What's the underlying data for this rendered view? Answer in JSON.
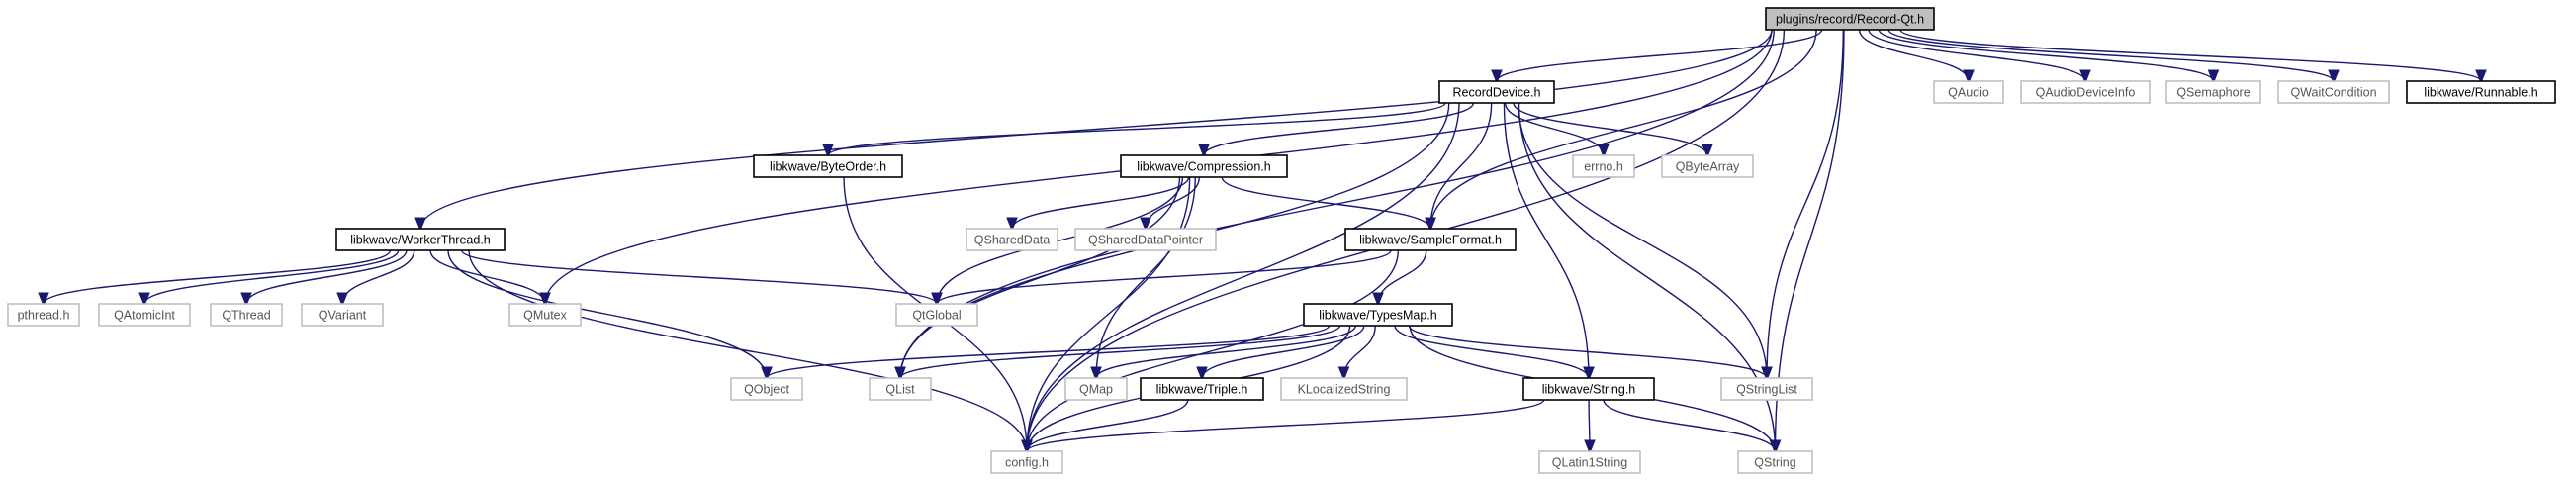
{
  "graph": {
    "colors": {
      "edge": "#191970",
      "dark_border": "#000000",
      "light_border": "#bfbfbf",
      "root_fill": "#bfbfbf"
    },
    "nodes": {
      "record_qt": {
        "label": "plugins/record/Record-Qt.h",
        "kind": "root"
      },
      "recorddevice": {
        "label": "RecordDevice.h",
        "kind": "dark"
      },
      "qaudio": {
        "label": "QAudio",
        "kind": "light"
      },
      "qaudiodeviceinfo": {
        "label": "QAudioDeviceInfo",
        "kind": "light"
      },
      "qsemaphore": {
        "label": "QSemaphore",
        "kind": "light"
      },
      "qwaitcondition": {
        "label": "QWaitCondition",
        "kind": "light"
      },
      "runnable": {
        "label": "libkwave/Runnable.h",
        "kind": "dark"
      },
      "byteorder": {
        "label": "libkwave/ByteOrder.h",
        "kind": "dark"
      },
      "compression": {
        "label": "libkwave/Compression.h",
        "kind": "dark"
      },
      "errno": {
        "label": "errno.h",
        "kind": "light"
      },
      "qbytearray": {
        "label": "QByteArray",
        "kind": "light"
      },
      "workerthread": {
        "label": "libkwave/WorkerThread.h",
        "kind": "dark"
      },
      "qshareddata": {
        "label": "QSharedData",
        "kind": "light"
      },
      "qshareddatapointer": {
        "label": "QSharedDataPointer",
        "kind": "light"
      },
      "sampleformat": {
        "label": "libkwave/SampleFormat.h",
        "kind": "dark"
      },
      "pthread": {
        "label": "pthread.h",
        "kind": "light"
      },
      "qatomicint": {
        "label": "QAtomicInt",
        "kind": "light"
      },
      "qthread": {
        "label": "QThread",
        "kind": "light"
      },
      "qvariant": {
        "label": "QVariant",
        "kind": "light"
      },
      "qmutex": {
        "label": "QMutex",
        "kind": "light"
      },
      "qtglobal": {
        "label": "QtGlobal",
        "kind": "light"
      },
      "typesmap": {
        "label": "libkwave/TypesMap.h",
        "kind": "dark"
      },
      "qobject": {
        "label": "QObject",
        "kind": "light"
      },
      "qlist": {
        "label": "QList",
        "kind": "light"
      },
      "qmap": {
        "label": "QMap",
        "kind": "light"
      },
      "triple": {
        "label": "libkwave/Triple.h",
        "kind": "dark"
      },
      "klocalizedstring": {
        "label": "KLocalizedString",
        "kind": "light"
      },
      "string": {
        "label": "libkwave/String.h",
        "kind": "dark"
      },
      "qstringlist": {
        "label": "QStringList",
        "kind": "light"
      },
      "config": {
        "label": "config.h",
        "kind": "light"
      },
      "qlatin1string": {
        "label": "QLatin1String",
        "kind": "light"
      },
      "qstring": {
        "label": "QString",
        "kind": "light"
      }
    },
    "edges": [
      [
        "record_qt",
        "recorddevice"
      ],
      [
        "record_qt",
        "qaudio"
      ],
      [
        "record_qt",
        "qaudiodeviceinfo"
      ],
      [
        "record_qt",
        "qsemaphore"
      ],
      [
        "record_qt",
        "qwaitcondition"
      ],
      [
        "record_qt",
        "runnable"
      ],
      [
        "record_qt",
        "workerthread"
      ],
      [
        "record_qt",
        "qmutex"
      ],
      [
        "record_qt",
        "config"
      ],
      [
        "record_qt",
        "qlist"
      ],
      [
        "record_qt",
        "sampleformat"
      ],
      [
        "record_qt",
        "qstringlist"
      ],
      [
        "record_qt",
        "qstring"
      ],
      [
        "recorddevice",
        "byteorder"
      ],
      [
        "recorddevice",
        "compression"
      ],
      [
        "recorddevice",
        "errno"
      ],
      [
        "recorddevice",
        "qbytearray"
      ],
      [
        "recorddevice",
        "sampleformat"
      ],
      [
        "recorddevice",
        "string"
      ],
      [
        "recorddevice",
        "qstringlist"
      ],
      [
        "recorddevice",
        "qstring"
      ],
      [
        "recorddevice",
        "qlist"
      ],
      [
        "recorddevice",
        "config"
      ],
      [
        "byteorder",
        "config"
      ],
      [
        "compression",
        "qshareddata"
      ],
      [
        "compression",
        "qshareddatapointer"
      ],
      [
        "compression",
        "sampleformat"
      ],
      [
        "compression",
        "qtglobal"
      ],
      [
        "compression",
        "qlist"
      ],
      [
        "compression",
        "config"
      ],
      [
        "compression",
        "qmap"
      ],
      [
        "workerthread",
        "pthread"
      ],
      [
        "workerthread",
        "qatomicint"
      ],
      [
        "workerthread",
        "qthread"
      ],
      [
        "workerthread",
        "qvariant"
      ],
      [
        "workerthread",
        "qmutex"
      ],
      [
        "workerthread",
        "qtglobal"
      ],
      [
        "workerthread",
        "qobject"
      ],
      [
        "workerthread",
        "config"
      ],
      [
        "sampleformat",
        "typesmap"
      ],
      [
        "sampleformat",
        "qtglobal"
      ],
      [
        "sampleformat",
        "config"
      ],
      [
        "typesmap",
        "qobject"
      ],
      [
        "typesmap",
        "qlist"
      ],
      [
        "typesmap",
        "qmap"
      ],
      [
        "typesmap",
        "triple"
      ],
      [
        "typesmap",
        "klocalizedstring"
      ],
      [
        "typesmap",
        "string"
      ],
      [
        "typesmap",
        "qstringlist"
      ],
      [
        "typesmap",
        "qstring"
      ],
      [
        "typesmap",
        "config"
      ],
      [
        "triple",
        "config"
      ],
      [
        "string",
        "config"
      ],
      [
        "string",
        "qlatin1string"
      ],
      [
        "string",
        "qstring"
      ]
    ]
  }
}
